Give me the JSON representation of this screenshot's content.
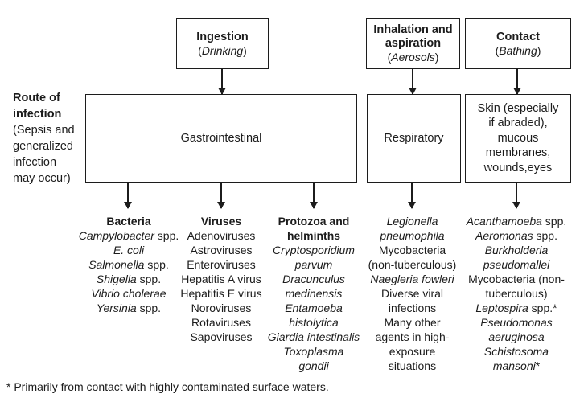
{
  "side_label": {
    "title": "Route of infection",
    "note": "(Sepsis and generalized infection may occur)"
  },
  "exposure_boxes": [
    {
      "title": "Ingestion",
      "subtitle": [
        {
          "t": "(",
          "i": 0
        },
        {
          "t": "Drinking",
          "i": 1
        },
        {
          "t": ")",
          "i": 0
        }
      ]
    },
    {
      "title": "Inhalation and aspiration",
      "subtitle": [
        {
          "t": "(",
          "i": 0
        },
        {
          "t": "Aerosols",
          "i": 1
        },
        {
          "t": ")",
          "i": 0
        }
      ]
    },
    {
      "title": "Contact",
      "subtitle": [
        {
          "t": "(",
          "i": 0
        },
        {
          "t": "Bathing",
          "i": 1
        },
        {
          "t": ")",
          "i": 0
        }
      ]
    }
  ],
  "route_boxes": [
    {
      "label": "Gastrointestinal"
    },
    {
      "label": "Respiratory"
    },
    {
      "label": "Skin (especially if abraded), mucous membranes, wounds,eyes"
    }
  ],
  "pathogen_columns": [
    {
      "heading": "Bacteria",
      "items": [
        [
          {
            "t": "Campylobacter",
            "i": 1
          },
          {
            "t": " spp.",
            "i": 0
          }
        ],
        [
          {
            "t": "E. coli",
            "i": 1
          }
        ],
        [
          {
            "t": "Salmonella",
            "i": 1
          },
          {
            "t": " spp.",
            "i": 0
          }
        ],
        [
          {
            "t": "Shigella",
            "i": 1
          },
          {
            "t": " spp.",
            "i": 0
          }
        ],
        [
          {
            "t": "Vibrio cholerae",
            "i": 1
          }
        ],
        [
          {
            "t": "Yersinia",
            "i": 1
          },
          {
            "t": " spp.",
            "i": 0
          }
        ]
      ]
    },
    {
      "heading": "Viruses",
      "items": [
        [
          {
            "t": "Adenoviruses",
            "i": 0
          }
        ],
        [
          {
            "t": "Astroviruses",
            "i": 0
          }
        ],
        [
          {
            "t": "Enteroviruses",
            "i": 0
          }
        ],
        [
          {
            "t": "Hepatitis A virus",
            "i": 0
          }
        ],
        [
          {
            "t": "Hepatitis E virus",
            "i": 0
          }
        ],
        [
          {
            "t": "Noroviruses",
            "i": 0
          }
        ],
        [
          {
            "t": "Rotaviruses",
            "i": 0
          }
        ],
        [
          {
            "t": "Sapoviruses",
            "i": 0
          }
        ]
      ]
    },
    {
      "heading": "Protozoa and helminths",
      "items": [
        [
          {
            "t": "Cryptosporidium parvum",
            "i": 1
          }
        ],
        [
          {
            "t": "Dracunculus medinensis",
            "i": 1
          }
        ],
        [
          {
            "t": "Entamoeba histolytica",
            "i": 1
          }
        ],
        [
          {
            "t": "Giardia intestinalis",
            "i": 1
          }
        ],
        [
          {
            "t": "Toxoplasma gondii",
            "i": 1
          }
        ]
      ]
    },
    {
      "items": [
        [
          {
            "t": "Legionella pneumophila",
            "i": 1
          }
        ],
        [
          {
            "t": "Mycobacteria (non-tuberculous)",
            "i": 0
          }
        ],
        [
          {
            "t": "Naegleria fowleri",
            "i": 1
          }
        ],
        [
          {
            "t": "Diverse viral infections",
            "i": 0
          }
        ],
        [
          {
            "t": "Many other agents in high-exposure situations",
            "i": 0
          }
        ]
      ]
    },
    {
      "items": [
        [
          {
            "t": "Acanthamoeba",
            "i": 1
          },
          {
            "t": " spp.",
            "i": 0
          }
        ],
        [
          {
            "t": "Aeromonas",
            "i": 1
          },
          {
            "t": " spp.",
            "i": 0
          }
        ],
        [
          {
            "t": "Burkholderia pseudomallei",
            "i": 1
          }
        ],
        [
          {
            "t": "Mycobacteria (non-tuberculous)",
            "i": 0
          }
        ],
        [
          {
            "t": "Leptospira",
            "i": 1
          },
          {
            "t": " spp.*",
            "i": 0
          }
        ],
        [
          {
            "t": "Pseudomonas aeruginosa",
            "i": 1
          }
        ],
        [
          {
            "t": "Schistosoma mansoni",
            "i": 1
          },
          {
            "t": "*",
            "i": 0
          }
        ]
      ]
    }
  ],
  "footnote": "* Primarily from contact with highly contaminated surface waters."
}
